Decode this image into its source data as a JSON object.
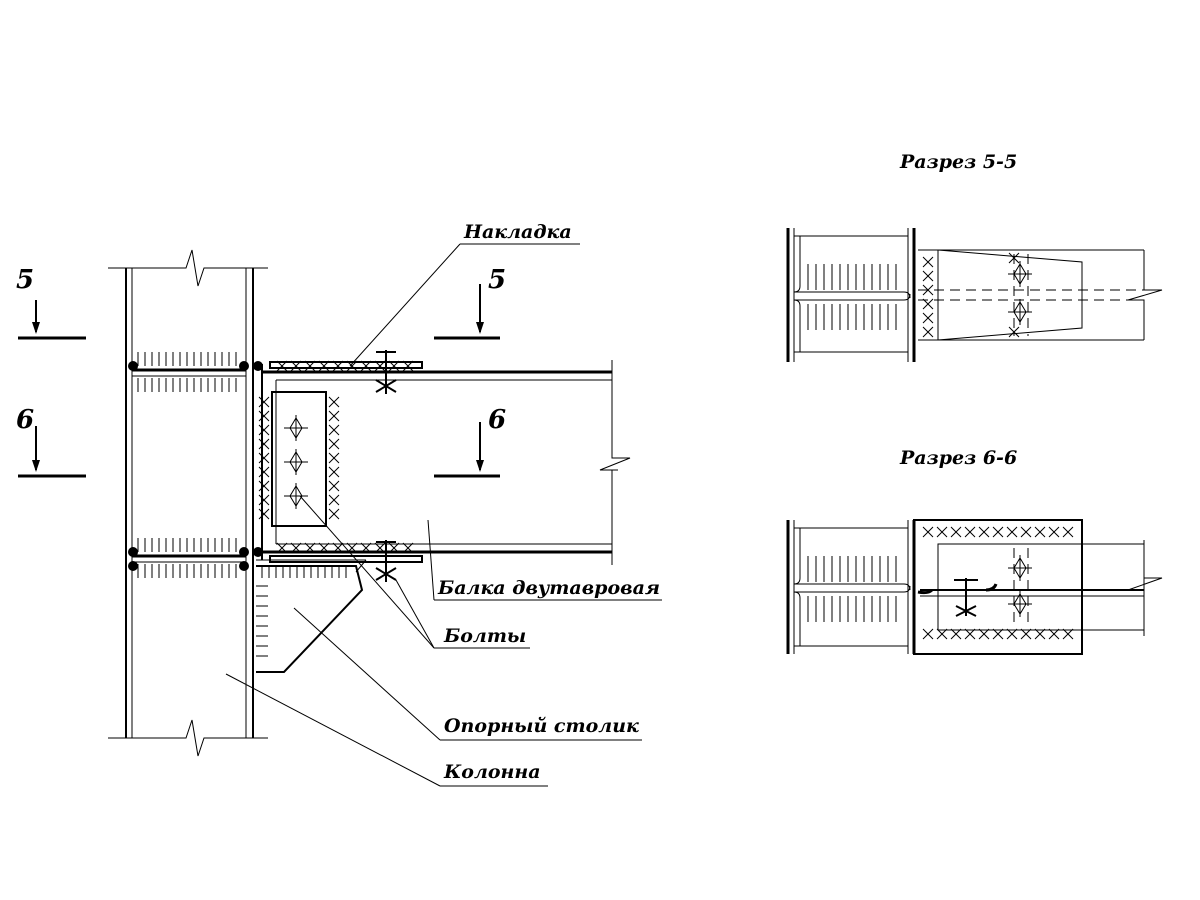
{
  "labels": {
    "nakladka": "Накладка",
    "balka": "Балка двутавровая",
    "bolty": "Болты",
    "stolik": "Опорный столик",
    "kolonna": "Колонна"
  },
  "sections": {
    "s5_title": "Разрез 5-5",
    "s6_title": "Разрез 6-6",
    "s5_mark": "5",
    "s6_mark": "6"
  }
}
